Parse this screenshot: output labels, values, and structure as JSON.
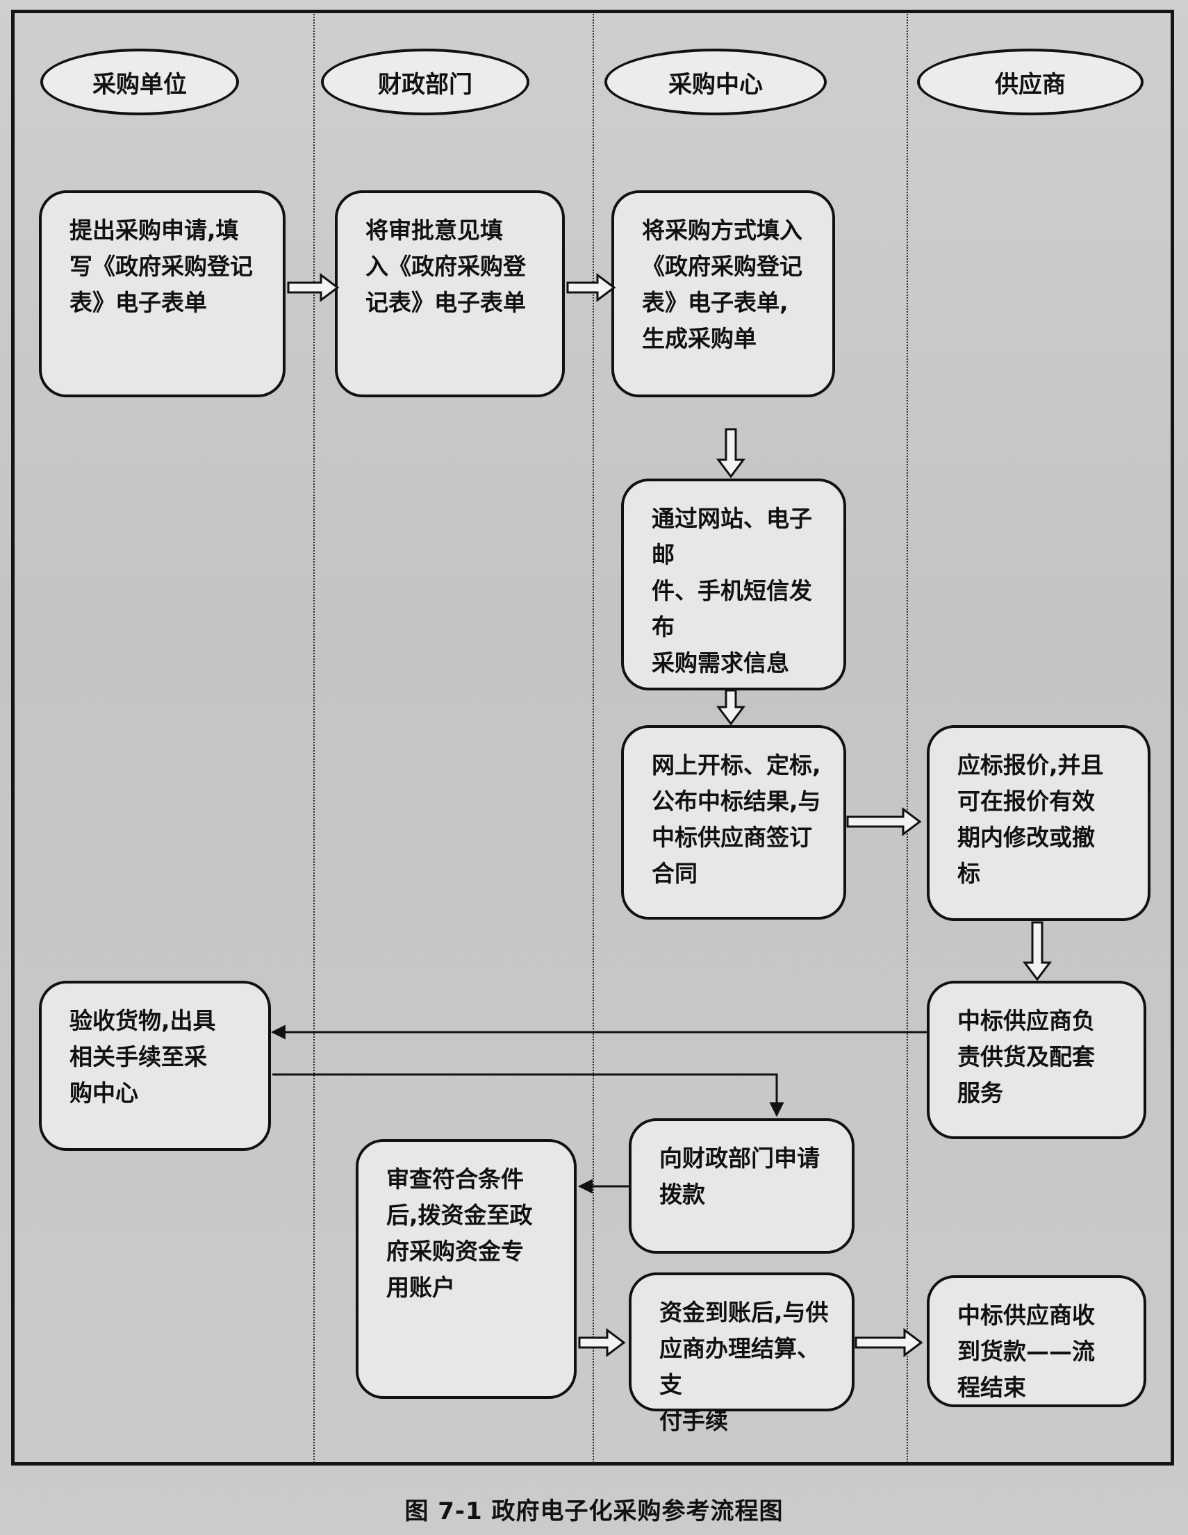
{
  "lanes": [
    "采购单位",
    "财政部门",
    "采购中心",
    "供应商"
  ],
  "steps": {
    "apply": [
      "提出采购申请,填",
      "写《政府采购登记",
      "表》电子表单"
    ],
    "approve": [
      "将审批意见填",
      "入《政府采购登",
      "记表》电子表单"
    ],
    "method": [
      "将采购方式填入",
      "《政府采购登记",
      "表》电子表单,",
      "生成采购单"
    ],
    "publish": [
      "通过网站、电子邮",
      "件、手机短信发布",
      "采购需求信息"
    ],
    "bid_open": [
      "网上开标、定标,",
      "公布中标结果,与",
      "中标供应商签订",
      "合同"
    ],
    "quote": [
      "应标报价,并且",
      "可在报价有效",
      "期内修改或撤",
      "标"
    ],
    "accept": [
      "验收货物,出具",
      "相关手续至采",
      "购中心"
    ],
    "supply": [
      "中标供应商负",
      "责供货及配套",
      "服务"
    ],
    "request_fund": [
      "向财政部门申请",
      "拨款"
    ],
    "review_fund": [
      "审查符合条件",
      "后,拨资金至政",
      "府采购资金专",
      "用账户"
    ],
    "settle": [
      "资金到账后,与供",
      "应商办理结算、支",
      "付手续"
    ],
    "end": [
      "中标供应商收",
      "到货款——流",
      "程结束"
    ]
  },
  "caption": "图 7-1   政府电子化采购参考流程图"
}
